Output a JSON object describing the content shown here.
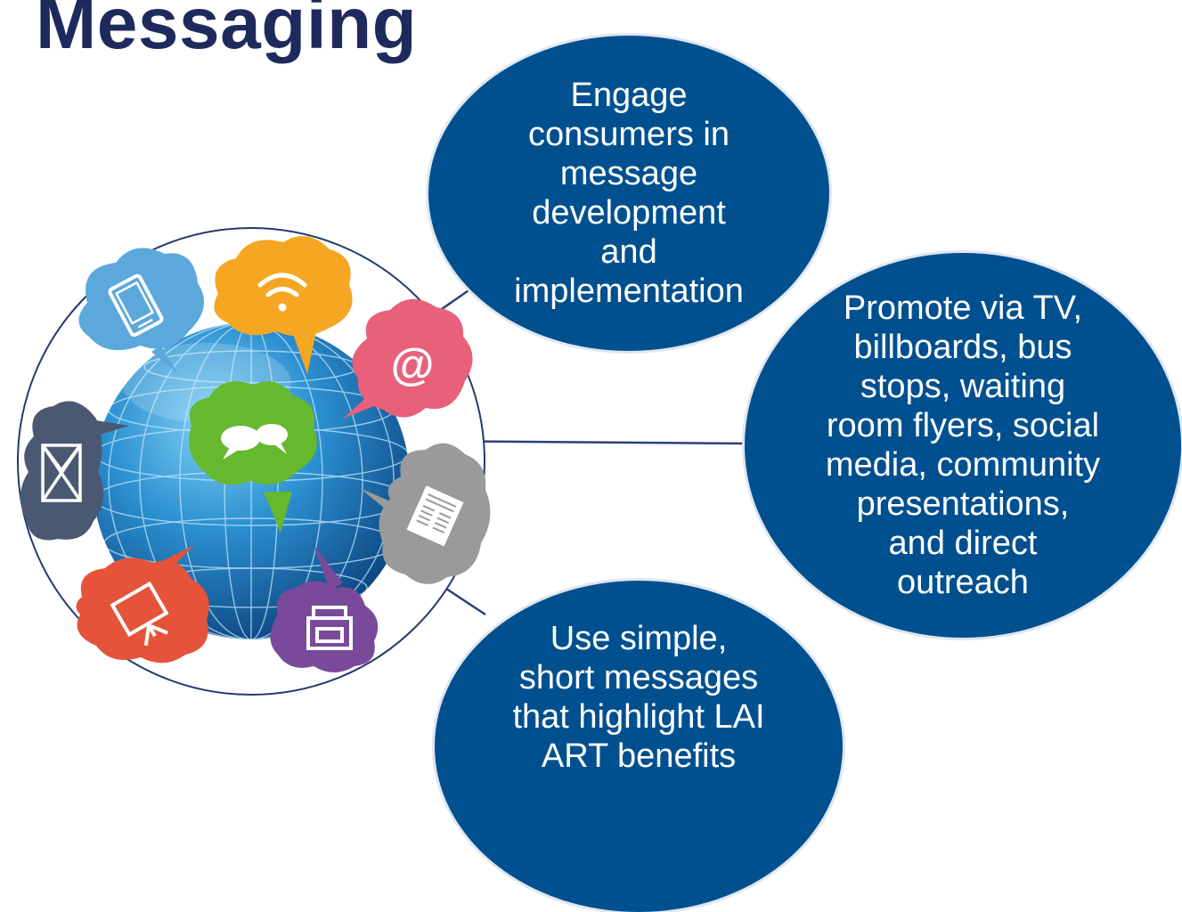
{
  "title": "Messaging",
  "bubbles": [
    {
      "text": "Engage\nconsumers in\nmessage\ndevelopment\nand\nimplementation"
    },
    {
      "text": "Promote via TV,\nbillboards, bus\nstops, waiting\nroom flyers, social\nmedia, community\npresentations,\nand direct\noutreach"
    },
    {
      "text": "Use simple,\nshort messages\nthat highlight LAI\nART benefits"
    }
  ],
  "colors": {
    "title": "#1f2a5c",
    "bubble": "#00508f",
    "connector": "#2c3f7a",
    "cloud_phone": "#5ba8dc",
    "cloud_wifi": "#f5a623",
    "cloud_email": "#e8607a",
    "cloud_chat": "#66b82e",
    "cloud_mail": "#4b5872",
    "cloud_news": "#9a9a9a",
    "cloud_presentation": "#e5533a",
    "cloud_printer": "#7a4a9a"
  },
  "icons": [
    "phone-icon",
    "wifi-icon",
    "at-sign-icon",
    "chat-icon",
    "envelope-icon",
    "newspaper-icon",
    "presentation-icon",
    "printer-icon"
  ]
}
